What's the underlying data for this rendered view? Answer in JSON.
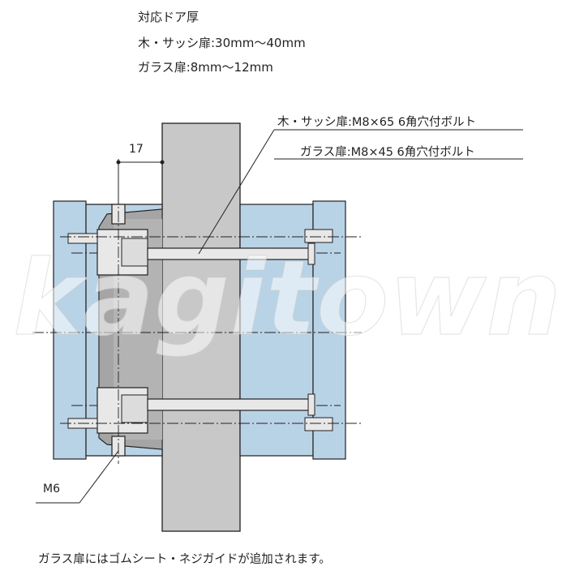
{
  "header": {
    "line1": "対応ドア厚",
    "line2": "木・サッシ扉:30mm〜40mm",
    "line3": "ガラス扉:8mm〜12mm"
  },
  "labels": {
    "bolt_wood": "木・サッシ扉:M8×65 6角穴付ボルト",
    "bolt_glass": "ガラス扉:M8×45 6角穴付ボルト",
    "dim": "17",
    "screw": "M6"
  },
  "footer": "ガラス扉にはゴムシート・ネジガイドが追加されます。",
  "watermark": "kagitown",
  "colors": {
    "door": "#c9c8c8",
    "plate": "#b9d3e6",
    "line": "#231f20",
    "metal": "#e8e8e8"
  }
}
